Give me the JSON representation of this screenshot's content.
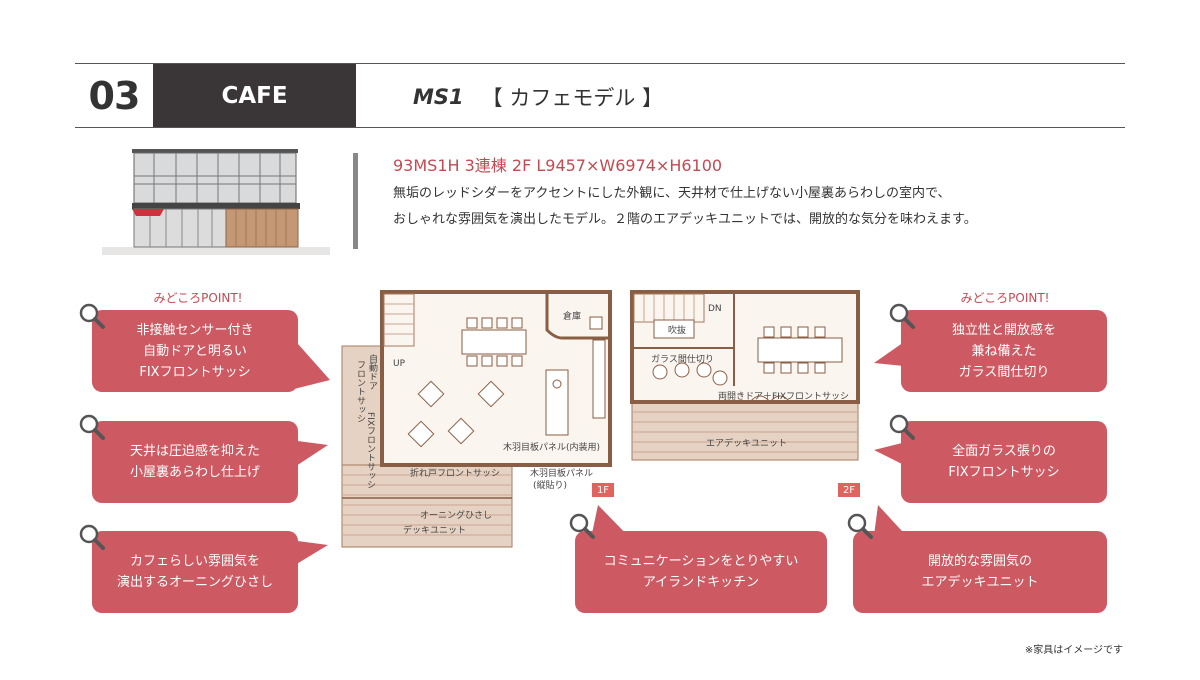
{
  "header": {
    "number": "03",
    "category": "CAFE",
    "model_code": "MS1",
    "model_name": "【 カフェモデル 】"
  },
  "spec": "93MS1H 3連棟 2F L9457×W6974×H6100",
  "description": [
    "無垢のレッドシダーをアクセントにした外観に、天井材で仕上げない小屋裏あらわしの室内で、",
    "おしゃれな雰囲気を演出したモデル。２階のエアデッキユニットでは、開放的な気分を味わえます。"
  ],
  "points_label": "みどころPOINT!",
  "left_points": [
    [
      "非接触センサー付き",
      "自動ドアと明るい",
      "FIXフロントサッシ"
    ],
    [
      "天井は圧迫感を抑えた",
      "小屋裏あらわし仕上げ"
    ],
    [
      "カフェらしい雰囲気を",
      "演出するオーニングひさし"
    ]
  ],
  "center_point": [
    "コミュニケーションをとりやすい",
    "アイランドキッチン"
  ],
  "right_points": [
    [
      "独立性と開放感を",
      "兼ね備えた",
      "ガラス間仕切り"
    ],
    [
      "全面ガラス張りの",
      "FIXフロントサッシ"
    ],
    [
      "開放的な雰囲気の",
      "エアデッキユニット"
    ]
  ],
  "floor1": {
    "badge": "1F",
    "labels": {
      "storage": "倉庫",
      "up": "UP",
      "auto_door": "自動ドア",
      "front_sash": "フロントサッシ",
      "fix_front_sash": "FIXフロントサッシ",
      "folding_sash": "折れ戸フロントサッシ",
      "wood_panel_interior": "木羽目板パネル(内装用)",
      "wood_panel_vertical": "木羽目板パネル",
      "vertical_note": "(縦貼り)",
      "awning": "オーニングひさし",
      "deck_unit": "デッキユニット"
    }
  },
  "floor2": {
    "badge": "2F",
    "labels": {
      "dn": "DN",
      "void": "吹抜",
      "glass_partition": "ガラス間仕切り",
      "double_door": "両開きドア＋FIXフロントサッシ",
      "air_deck": "エアデッキユニット"
    }
  },
  "footnote": "※家具はイメージです"
}
